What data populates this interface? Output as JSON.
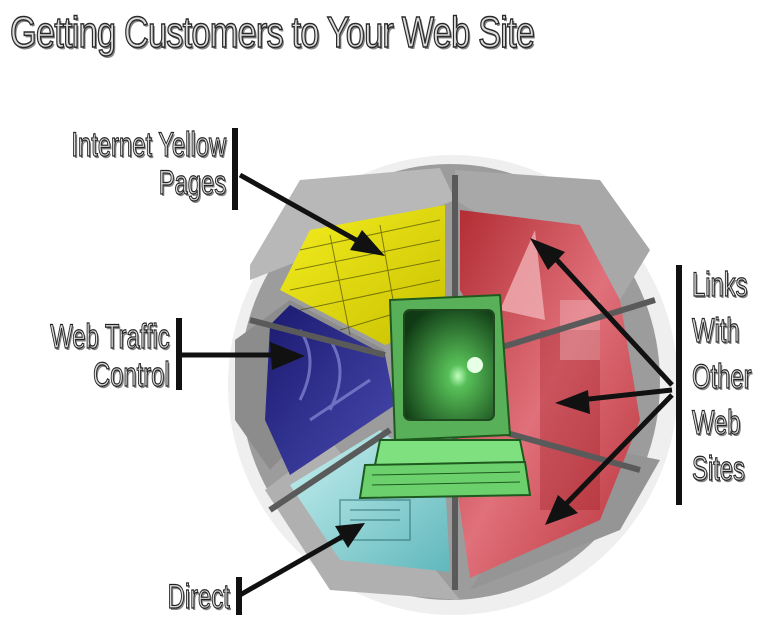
{
  "title": "Getting Customers to Your Web Site",
  "labels": {
    "yellow_pages": [
      "Internet Yellow",
      "Pages"
    ],
    "web_traffic": [
      "Web Traffic",
      "Control"
    ],
    "direct": "Direct",
    "links": [
      "Links",
      "With",
      "Other",
      "Web",
      "Sites"
    ]
  },
  "colors": {
    "yellow": "#e8e000",
    "red": "#c4383e",
    "blue": "#2a2a8a",
    "cyan": "#8fd6d8",
    "monitor": "#7ce07c",
    "frame": "#9a9a9a"
  }
}
